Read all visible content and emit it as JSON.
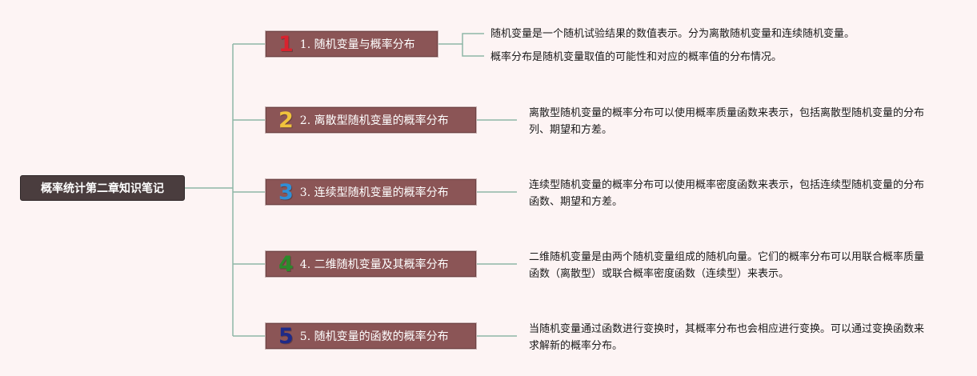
{
  "root": {
    "label": "概率统计第二章知识笔记"
  },
  "colors": {
    "connector": "#8fb7a7",
    "badge_1": "#d8232f",
    "badge_2": "#f0c33c",
    "badge_3": "#2f8fd6",
    "badge_4": "#2b8a2b",
    "badge_5": "#1e2a88"
  },
  "branches": [
    {
      "badge": "1",
      "label": "1. 随机变量与概率分布",
      "notes": [
        "随机变量是一个随机试验结果的数值表示。分为离散随机变量和连续随机变量。",
        "概率分布是随机变量取值的可能性和对应的概率值的分布情况。"
      ]
    },
    {
      "badge": "2",
      "label": "2. 离散型随机变量的概率分布",
      "notes": [
        "离散型随机变量的概率分布可以使用概率质量函数来表示，包括离散型随机变量的分布列、期望和方差。"
      ]
    },
    {
      "badge": "3",
      "label": "3. 连续型随机变量的概率分布",
      "notes": [
        "连续型随机变量的概率分布可以使用概率密度函数来表示，包括连续型随机变量的分布函数、期望和方差。"
      ]
    },
    {
      "badge": "4",
      "label": "4. 二维随机变量及其概率分布",
      "notes": [
        "二维随机变量是由两个随机变量组成的随机向量。它们的概率分布可以用联合概率质量函数（离散型）或联合概率密度函数（连续型）来表示。"
      ]
    },
    {
      "badge": "5",
      "label": "5. 随机变量的函数的概率分布",
      "notes": [
        "当随机变量通过函数进行变换时，其概率分布也会相应进行变换。可以通过变换函数来求解新的概率分布。"
      ]
    }
  ]
}
